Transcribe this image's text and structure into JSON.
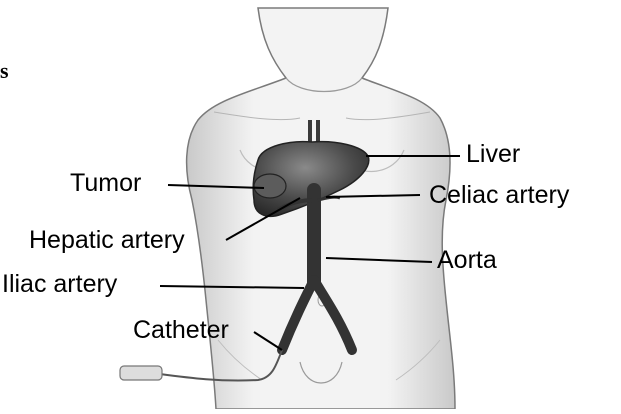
{
  "fragment": "s",
  "labels": {
    "tumor": "Tumor",
    "liver": "Liver",
    "celiac_artery": "Celiac artery",
    "hepatic_artery": "Hepatic artery",
    "aorta": "Aorta",
    "iliac_artery": "Iliac artery",
    "catheter": "Catheter"
  }
}
